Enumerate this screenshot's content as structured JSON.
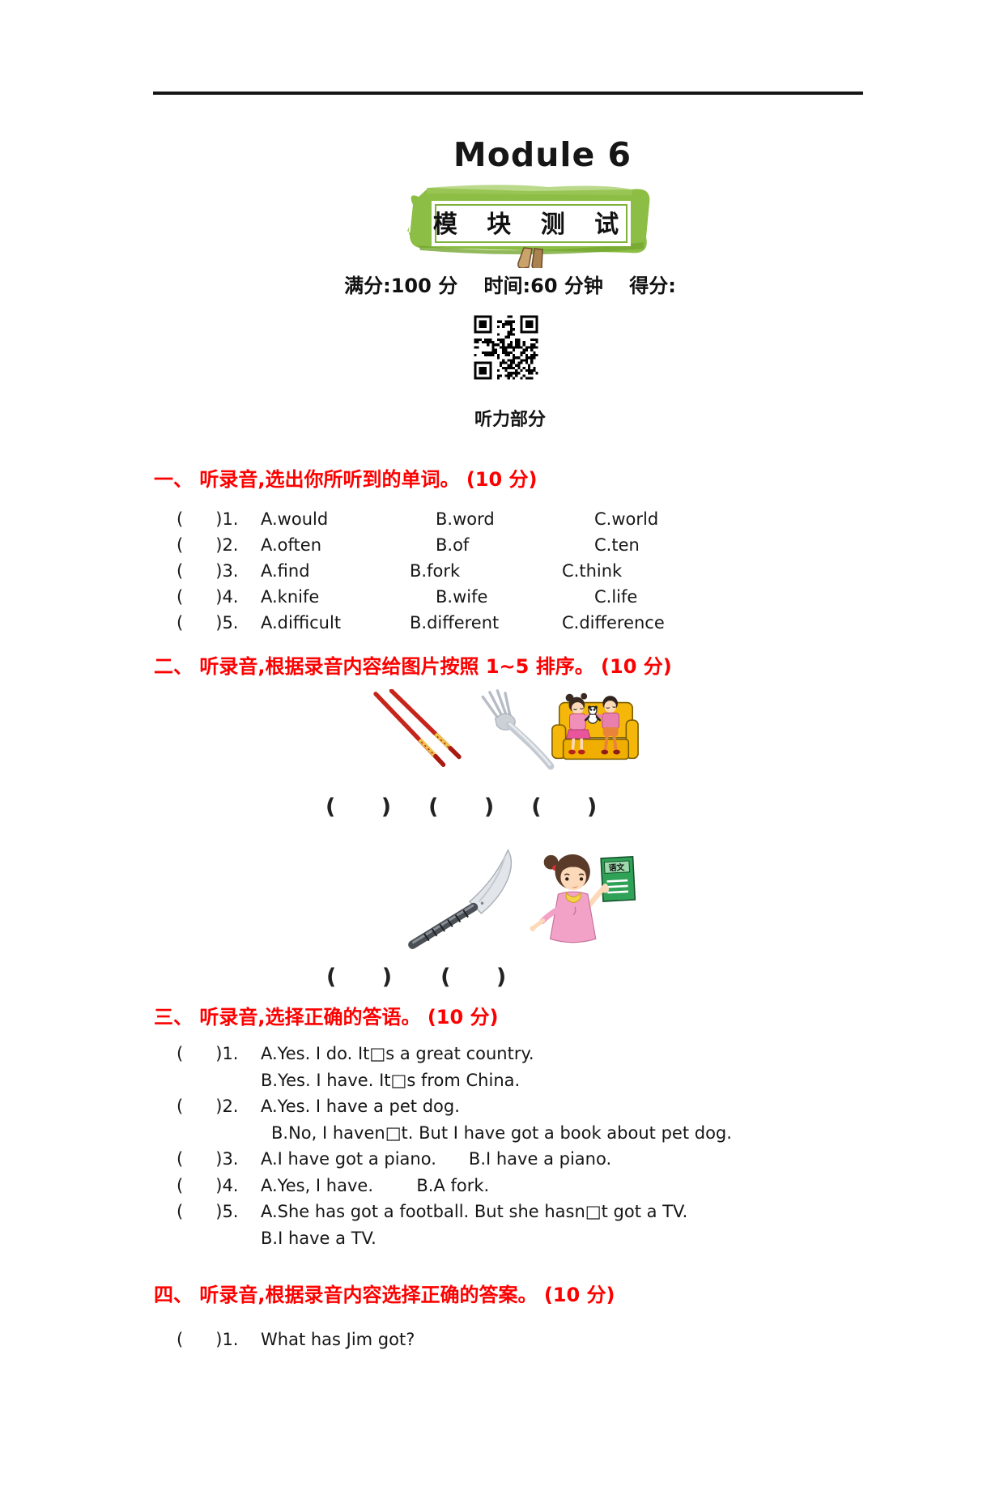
{
  "page": {
    "title": "Module 6",
    "badge": "模 块 测 试",
    "meta": "满分:100 分　 时间:60 分钟　 得分:",
    "listening_header": "听力部分"
  },
  "colors": {
    "heading_red": "#fd0000",
    "badge_green": "#8cbd44",
    "sofa_yellow": "#f5b70a",
    "book_green": "#2fa257",
    "chopstick_red": "#c6251c"
  },
  "section1": {
    "heading": "一、 听录音,选出你所听到的单词。 (10 分)",
    "items": [
      {
        "label": "(      )1.",
        "a": "A.would",
        "b": "B.word",
        "c": "C.world"
      },
      {
        "label": "(      )2.",
        "a": "A.often",
        "b": "B.of",
        "c": "C.ten"
      },
      {
        "label": "(      )3.",
        "a": "A.find",
        "b": "B.fork",
        "c": "C.think"
      },
      {
        "label": "(      )4.",
        "a": "A.knife",
        "b": "B.wife",
        "c": "C.life"
      },
      {
        "label": "(      )5.",
        "a": "A.difficult",
        "b": "B.different",
        "c": "C.difference"
      }
    ]
  },
  "section2": {
    "heading": "二、 听录音,根据录音内容给图片按照 1~5 排序。 (10 分)",
    "images_row1": [
      "chopsticks",
      "fork",
      "children-on-sofa-with-panda"
    ],
    "images_row2": [
      "table-knife",
      "girl-holding-chinese-textbook"
    ],
    "book_label": "语文",
    "slots_row1": [
      "(      )",
      "(      )",
      "(      )"
    ],
    "slots_row2": [
      "(      )",
      "(      )"
    ]
  },
  "section3": {
    "heading": "三、 听录音,选择正确的答语。 (10 分)",
    "items": [
      {
        "label": "(      )1.",
        "line1": "A.Yes. I do. It□s a great country.",
        "line2": "B.Yes. I have. It□s from China."
      },
      {
        "label": "(      )2.",
        "line1": "A.Yes. I have a pet dog.",
        "line2": "B.No, I haven□t. But I have got a book about pet dog."
      },
      {
        "label": "(      )3.",
        "line1": "A.I have got a piano.      B.I have a piano."
      },
      {
        "label": "(      )4.",
        "line1": "A.Yes, I have.        B.A fork."
      },
      {
        "label": "(      )5.",
        "line1": "A.She has got a football. But she hasn□t got a TV.",
        "line2": "B.I have a TV."
      }
    ]
  },
  "section4": {
    "heading": "四、 听录音,根据录音内容选择正确的答案。 (10 分)",
    "items": [
      {
        "label": "(      )1.",
        "text": "What has Jim got?"
      }
    ]
  }
}
